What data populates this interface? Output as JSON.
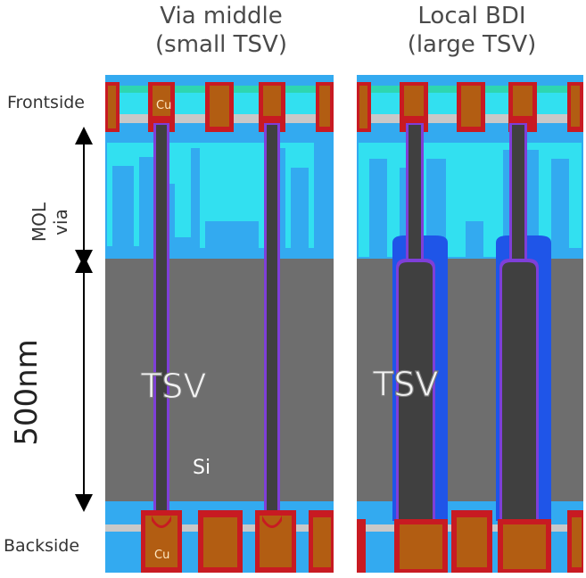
{
  "titles": {
    "left_line1": "Via middle",
    "left_line2": "(small TSV)",
    "right_line1": "Local BDI",
    "right_line2": "(large TSV)"
  },
  "side_labels": {
    "frontside": "Frontside",
    "backside": "Backside",
    "mol_via": "MOL via",
    "dimension": "500nm"
  },
  "region_labels": {
    "tsv_left": "TSV",
    "tsv_right": "TSV",
    "silicon": "Si",
    "copper_top": "Cu",
    "copper_bottom": "Cu"
  },
  "colors": {
    "silicon": "#6e6e6e",
    "tsv_core": "#404040",
    "copper": "#b25d12",
    "copper_liner": "#c81a22",
    "dielectric_blue": "#33aaf0",
    "cyan": "#32e0f0",
    "liner_purple": "#7f3fd8",
    "gray_band": "#c8c8c8"
  }
}
